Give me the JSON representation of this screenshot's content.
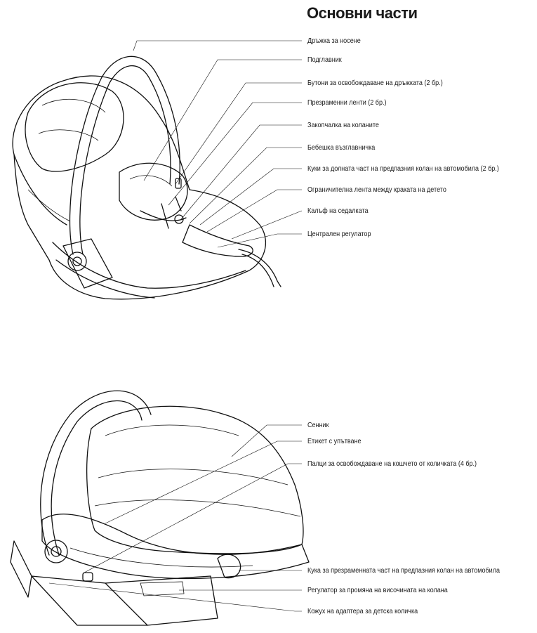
{
  "title": "Основни части",
  "top_labels": [
    "Дръжка за носене",
    "Подглавник",
    "Бутони за освобождаване на дръжката (2 бр.)",
    "Презраменни ленти (2 бр.)",
    "Закопчалка на коланите",
    "Бебешка възглавничка",
    "Куки за долната част на предпазния колан на автомобила (2 бр.)",
    "Ограничителна лента между краката на детето",
    "Калъф на седалката",
    "Централен регулатор"
  ],
  "bottom_labels": [
    "Сенник",
    "Етикет с упътване",
    "Палци за освобождаване на кошчето от количката (4 бр.)",
    "Кука за презраменната част на предпазния колан на автомобила",
    "Регулатор за промяна на височината на колана",
    "Кожух на адаптера за детска количка"
  ]
}
